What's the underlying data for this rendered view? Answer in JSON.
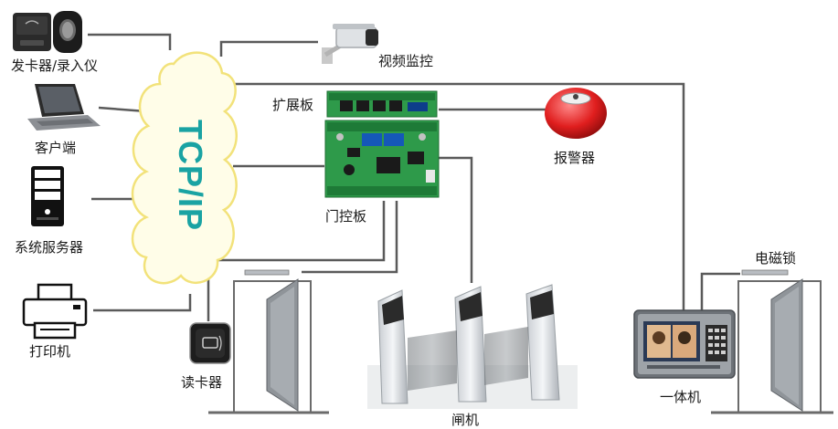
{
  "network": {
    "label": "TCP/IP"
  },
  "devices": {
    "card_issuer": "发卡器/录入仪",
    "client": "客户端",
    "server": "系统服务器",
    "printer": "打印机",
    "video": "视频监控",
    "expansion_board": "扩展板",
    "controller_board": "门控板",
    "alarm": "报警器",
    "reader": "读卡器",
    "gate": "闸机",
    "terminal": "一体机",
    "maglock": "电磁锁"
  },
  "colors": {
    "cloud_fill": "#fffde8",
    "cloud_stroke": "#f2e27a",
    "text_accent": "#1aa3a3",
    "line": "#5a5a5a",
    "pcb": "#2e9a4a"
  }
}
